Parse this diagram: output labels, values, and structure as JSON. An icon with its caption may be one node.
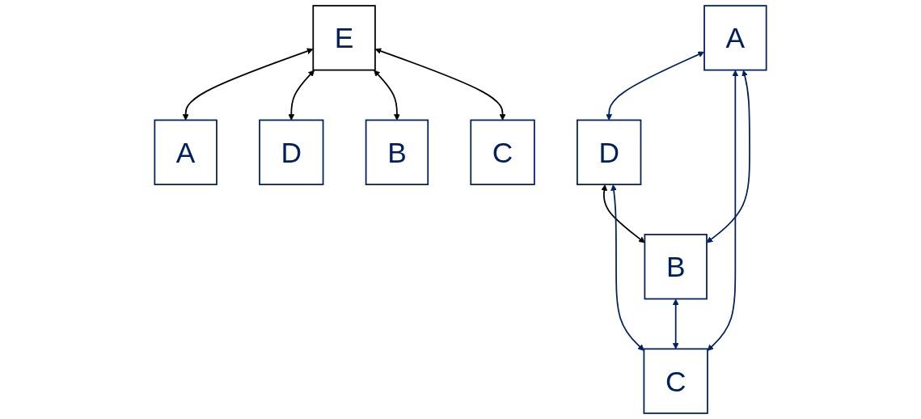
{
  "diagram": {
    "nodes": [
      {
        "text": [
          "A"
        ]
      },
      {
        "text": [
          "D"
        ]
      },
      {
        "text": [
          "B"
        ]
      },
      {
        "text": [
          "C"
        ]
      },
      {
        "text": [
          "A"
        ]
      },
      {
        "text": [
          "D"
        ]
      },
      {
        "text": [
          "E"
        ]
      },
      {
        "text": [
          "B"
        ]
      },
      {
        "text": [
          "C"
        ]
      }
    ],
    "edges": [
      {
        "from": 0,
        "to": 1,
        "arrow": "both",
        "color": "#002060"
      },
      {
        "from": 0,
        "to": 3,
        "arrow": "both",
        "color": "#002060"
      },
      {
        "from": 0,
        "to": 2,
        "arrow": "both",
        "color": "#002060"
      },
      {
        "from": 1,
        "to": 2,
        "arrow": "both",
        "color": "#000000"
      },
      {
        "from": 1,
        "to": 3,
        "arrow": "both",
        "color": "#002060"
      },
      {
        "from": 2,
        "to": 3,
        "arrow": "both",
        "color": "#002060"
      },
      {
        "from": 6,
        "to": 4,
        "arrow": "both",
        "color": "#000000"
      },
      {
        "from": 6,
        "to": 5,
        "arrow": "both",
        "color": "#000000"
      },
      {
        "from": 6,
        "to": 7,
        "arrow": "both",
        "color": "#000000"
      },
      {
        "from": 6,
        "to": 8,
        "arrow": "both",
        "color": "#000000"
      }
    ]
  }
}
